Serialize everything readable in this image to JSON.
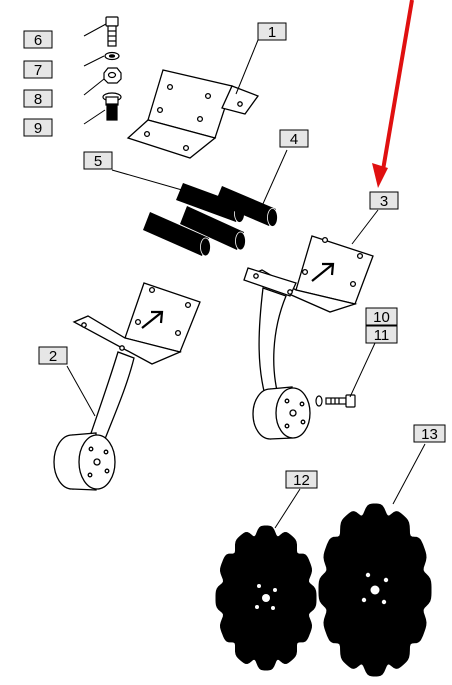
{
  "callouts": {
    "c1": "1",
    "c2": "2",
    "c3": "3",
    "c4": "4",
    "c5": "5",
    "c6": "6",
    "c7": "7",
    "c8": "8",
    "c9": "9",
    "c10": "10",
    "c11": "11",
    "c12": "12",
    "c13": "13"
  },
  "colors": {
    "line": "#000000",
    "label_fill": "#e6e6e6",
    "arrow": "#e01010",
    "part_fill": "#ffffff",
    "disc_fill": "#000000"
  }
}
